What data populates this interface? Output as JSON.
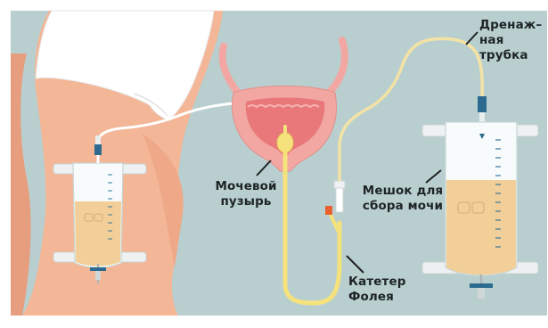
{
  "labels": {
    "bladder": "Мочевой\nпузырь",
    "catheter": "Катетер\nФолея",
    "drainage_bag": "Мешок для\nсбора мочи",
    "drainage_tube": "Дренаж–\nная\nтрубка"
  },
  "colors": {
    "background": "#b9cfcf",
    "skin": "#f3b696",
    "skin_shadow": "#e79e7e",
    "underwear": "#ffffff",
    "urine": "#f2cf98",
    "tube": "#f3e2a5",
    "catheter": "#f6e27c",
    "bladder_outer": "#f2a7a2",
    "bladder_inner": "#e9787a",
    "valve": "#2c6b8f"
  }
}
